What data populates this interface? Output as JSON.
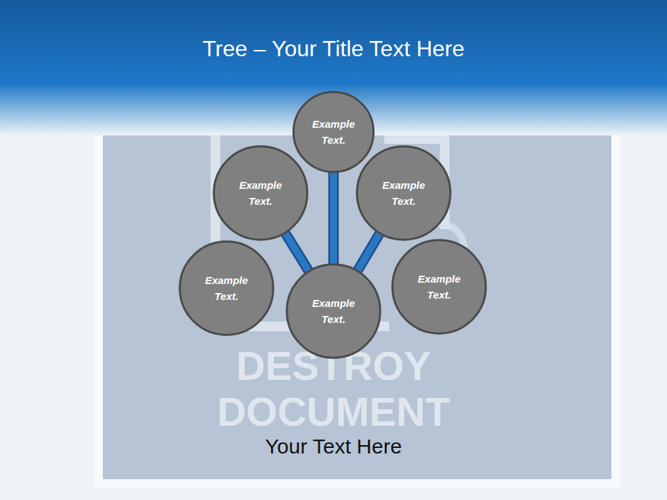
{
  "diagram": {
    "title": "Tree – Your Title Text Here",
    "caption": "Your Text Here",
    "nodes": [
      {
        "text": [
          "Example Text."
        ]
      },
      {
        "text": [
          "Example Text."
        ]
      },
      {
        "text": [
          "Example Text."
        ]
      },
      {
        "text": [
          "Example Text."
        ]
      },
      {
        "text": [
          "Example Text."
        ]
      },
      {
        "text": [
          "Example Text."
        ]
      }
    ],
    "edges": [
      {
        "from": 4,
        "to": 0,
        "arrow": "none"
      },
      {
        "from": 4,
        "to": 1,
        "arrow": "none"
      },
      {
        "from": 4,
        "to": 2,
        "arrow": "none"
      }
    ],
    "labels": [
      "DESTROY DOCUMENT"
    ]
  }
}
